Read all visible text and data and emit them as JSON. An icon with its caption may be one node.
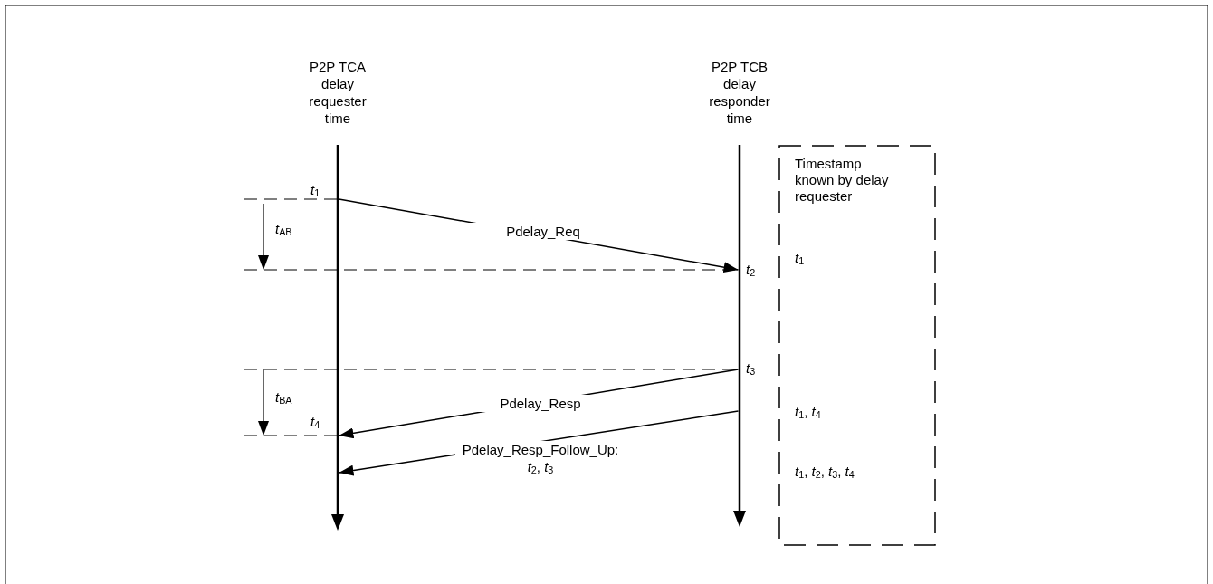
{
  "diagram": {
    "nodes": [
      {
        "text": [
          "P2P TCA delay requester time"
        ]
      },
      {
        "text": [
          "P2P TCB delay responder time"
        ]
      },
      {
        "text": [
          "Timestamp known by delay requester",
          "*t*$_{1}$",
          "*t*$_{1}$, *t*$_{4}$",
          "*t*$_{1}$, *t*$_{2}$, *t*$_{3}$, *t*$_{4}$"
        ]
      }
    ],
    "edges": [
      {
        "from": 0,
        "to": 1,
        "arrow": "to",
        "label": "Pdelay_Req"
      },
      {
        "from": 1,
        "to": 0,
        "arrow": "to",
        "label": "Pdelay_Resp"
      },
      {
        "from": 1,
        "to": 0,
        "arrow": "to",
        "label": "Pdelay_Resp_Follow_Up: *t*$_{2}$, *t*$_{3}$"
      }
    ],
    "labels": [
      "*t*$_{1}$",
      "*t*$_{AB}$",
      "*t*$_{2}$",
      "*t*$_{3}$",
      "*t*$_{BA}$",
      "*t*$_{4}$"
    ]
  }
}
